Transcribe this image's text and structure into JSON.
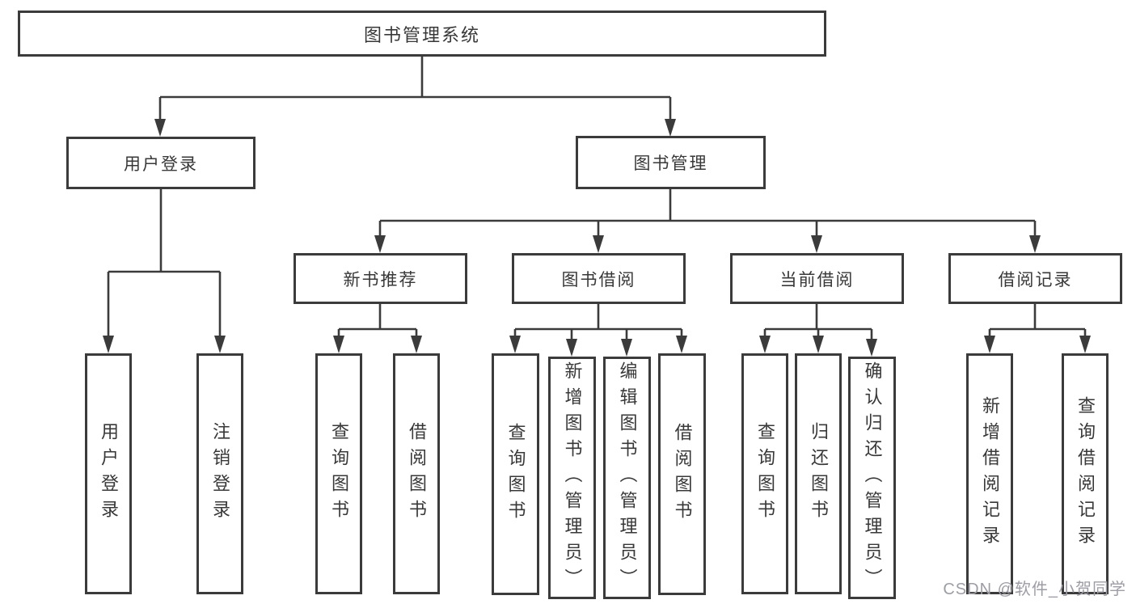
{
  "colors": {
    "background": "#ffffff",
    "line": "#3b3b3b",
    "box_border": "#3b3b3b",
    "text": "#383838",
    "watermark": "#9d9da5"
  },
  "tree": {
    "root": {
      "label": "图书管理系统"
    },
    "branches": [
      {
        "label": "用户登录",
        "leaves": [
          {
            "label": "用户登录"
          },
          {
            "label": "注销登录"
          }
        ]
      },
      {
        "label": "图书管理",
        "groups": [
          {
            "label": "新书推荐",
            "leaves": [
              {
                "label": "查询图书"
              },
              {
                "label": "借阅图书"
              }
            ]
          },
          {
            "label": "图书借阅",
            "leaves": [
              {
                "label": "查询图书"
              },
              {
                "label": "新增图书（管理员）"
              },
              {
                "label": "编辑图书（管理员）"
              },
              {
                "label": "借阅图书"
              }
            ]
          },
          {
            "label": "当前借阅",
            "leaves": [
              {
                "label": "查询图书"
              },
              {
                "label": "归还图书"
              },
              {
                "label": "确认归还（管理员）"
              }
            ]
          },
          {
            "label": "借阅记录",
            "leaves": [
              {
                "label": "新增借阅记录"
              },
              {
                "label": "查询借阅记录"
              }
            ]
          }
        ]
      }
    ]
  },
  "watermark": {
    "label": "CSDN @软件_小贺同学"
  }
}
